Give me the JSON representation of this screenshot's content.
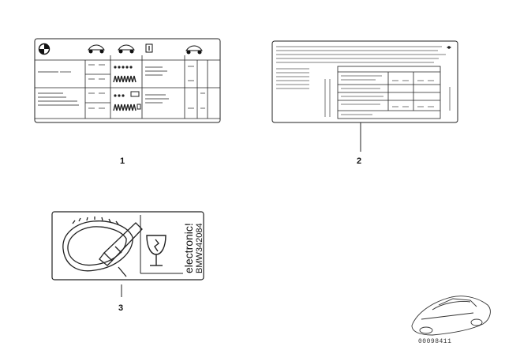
{
  "callouts": {
    "one": "1",
    "two": "2",
    "three": "3"
  },
  "label3": {
    "word": "electronic!",
    "part_no": "BMW342084"
  },
  "image_code": "00098411"
}
